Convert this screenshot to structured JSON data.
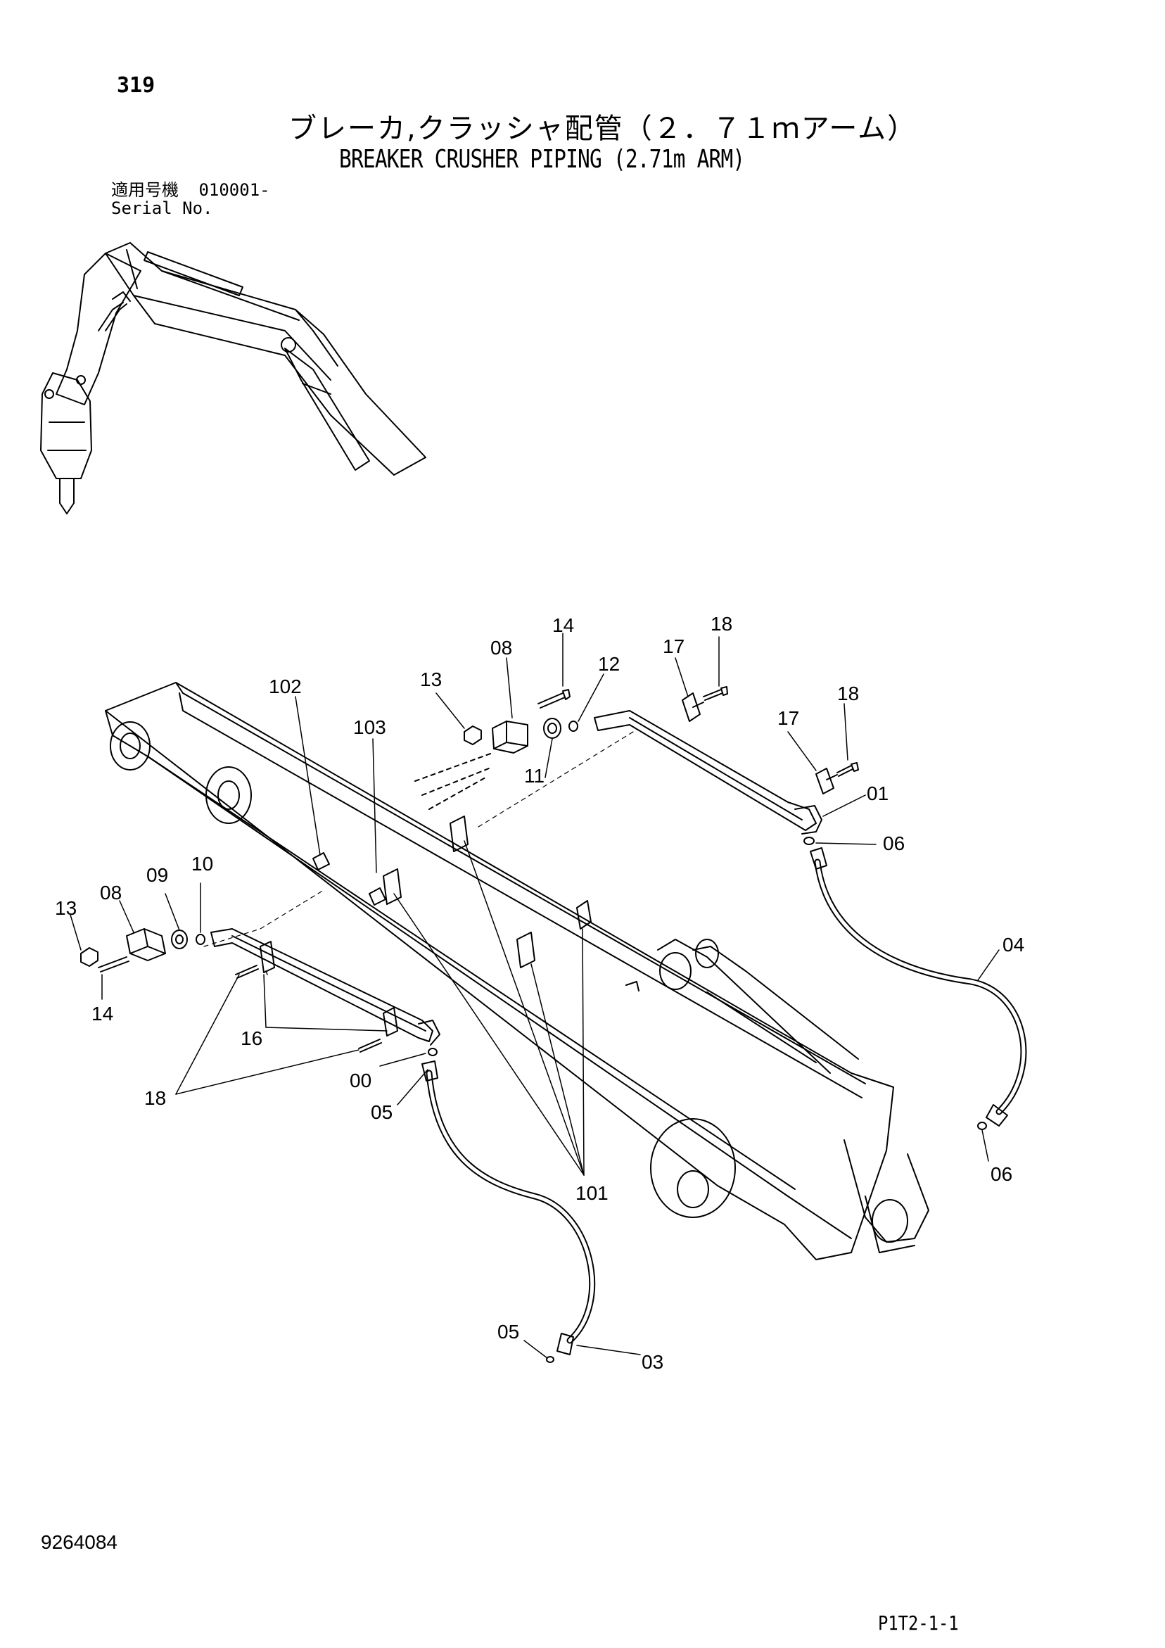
{
  "header": {
    "page_number": "319",
    "title_jp": "ブレーカ,クラッシャ配管（２．７１ｍアーム）",
    "title_en": "BREAKER CRUSHER PIPING (2.71m ARM)",
    "serial_label_jp": "適用号機",
    "serial_value": "010001-",
    "serial_label_en": "Serial No."
  },
  "footer": {
    "document_number": "9264084",
    "reference_code": "P1T2-1-1"
  },
  "callouts": [
    {
      "id": "c-14-top",
      "label": "14"
    },
    {
      "id": "c-08-top",
      "label": "08"
    },
    {
      "id": "c-12",
      "label": "12"
    },
    {
      "id": "c-13-top",
      "label": "13"
    },
    {
      "id": "c-17-a",
      "label": "17"
    },
    {
      "id": "c-18-a",
      "label": "18"
    },
    {
      "id": "c-18-b",
      "label": "18"
    },
    {
      "id": "c-17-b",
      "label": "17"
    },
    {
      "id": "c-102",
      "label": "102"
    },
    {
      "id": "c-103",
      "label": "103"
    },
    {
      "id": "c-11",
      "label": "11"
    },
    {
      "id": "c-01",
      "label": "01"
    },
    {
      "id": "c-06-top",
      "label": "06"
    },
    {
      "id": "c-13-left",
      "label": "13"
    },
    {
      "id": "c-08-left",
      "label": "08"
    },
    {
      "id": "c-09",
      "label": "09"
    },
    {
      "id": "c-10",
      "label": "10"
    },
    {
      "id": "c-14-left",
      "label": "14"
    },
    {
      "id": "c-16",
      "label": "16"
    },
    {
      "id": "c-04",
      "label": "04"
    },
    {
      "id": "c-18-left",
      "label": "18"
    },
    {
      "id": "c-00",
      "label": "00"
    },
    {
      "id": "c-05-mid",
      "label": "05"
    },
    {
      "id": "c-06-bottom",
      "label": "06"
    },
    {
      "id": "c-101",
      "label": "101"
    },
    {
      "id": "c-05-bottom",
      "label": "05"
    },
    {
      "id": "c-03",
      "label": "03"
    }
  ]
}
